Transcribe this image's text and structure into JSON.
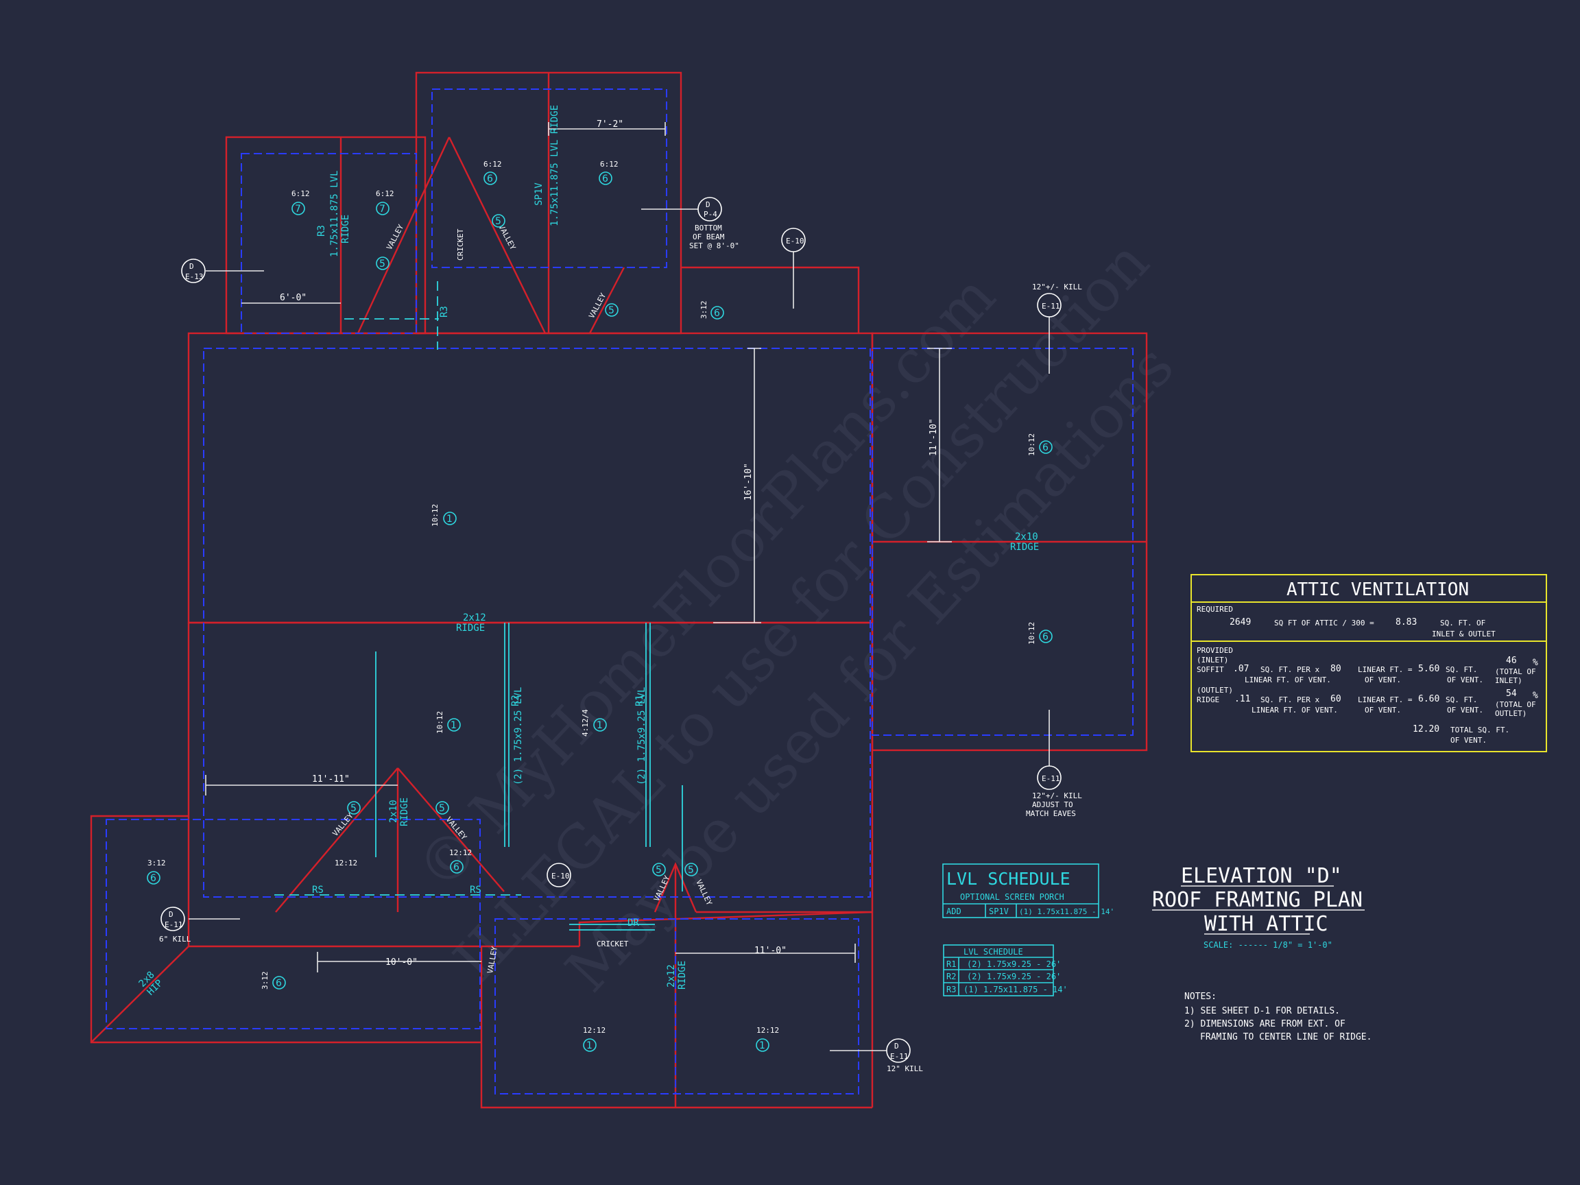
{
  "watermark": {
    "line1": "© MyHomeFloorPlans.com",
    "line2": "ILLEGAL to use for Construction",
    "line3": "May be used for Estimations"
  },
  "attic_ventilation": {
    "title": "ATTIC VENTILATION",
    "required_label": "REQUIRED",
    "sqft_attic": "2649",
    "req_text": "SQ FT OF ATTIC / 300 =",
    "req_result": "8.83",
    "req_unit_1": "SQ. FT. OF",
    "req_unit_2": "INLET & OUTLET",
    "provided_label": "PROVIDED",
    "inlet_label": "(INLET)",
    "soffit_label": "SOFFIT",
    "soffit_rate": ".07",
    "soffit_lf": "80",
    "soffit_total": "5.60",
    "soffit_pct": "46",
    "outlet_label": "(OUTLET)",
    "ridge_label": "RIDGE",
    "ridge_rate": ".11",
    "ridge_lf": "60",
    "ridge_total": "6.60",
    "ridge_pct": "54",
    "per_text": "SQ. FT. PER x",
    "per_text_2": "LINEAR FT. OF VENT.",
    "lf_text": "LINEAR FT. =",
    "of_vent": "OF VENT.",
    "sqft_text": "SQ. FT.",
    "pct_sign": "%",
    "total_of_1": "(TOTAL OF",
    "total_inlet": "INLET)",
    "total_outlet": "OUTLET)",
    "total_value": "12.20",
    "total_text": "TOTAL  SQ. FT.",
    "total_text_2": "OF VENT."
  },
  "lvl_schedule_porch": {
    "title": "LVL SCHEDULE",
    "subtitle": "OPTIONAL SCREEN PORCH",
    "row": [
      "ADD",
      "SP1V",
      "(1) 1.75x11.875 - 14'"
    ]
  },
  "lvl_schedule": {
    "title": "LVL SCHEDULE",
    "rows": [
      [
        "R1",
        "(2) 1.75x9.25 - 26'"
      ],
      [
        "R2",
        "(2) 1.75x9.25 - 26'"
      ],
      [
        "R3",
        "(1) 1.75x11.875 - 14'"
      ]
    ]
  },
  "title_block": {
    "line1": "ELEVATION \"D\"",
    "line2": "ROOF FRAMING PLAN",
    "line3": "WITH ATTIC",
    "scale": "SCALE: ------ 1/8\" = 1'-0\""
  },
  "notes": {
    "heading": "NOTES:",
    "n1": "1)  SEE SHEET D-1 FOR DETAILS.",
    "n2": "2)  DIMENSIONS ARE FROM EXT. OF",
    "n3": "FRAMING TO CENTER LINE OF RIDGE."
  },
  "plan_labels": {
    "dim_7_2": "7'-2\"",
    "dim_6_0": "6'-0\"",
    "dim_16_10": "16'-10\"",
    "dim_11_10": "11'-10\"",
    "dim_11_11": "11'-11\"",
    "dim_10_0": "10'-0\"",
    "dim_11_0": "11'-0\"",
    "ridge_2x12": "2x12",
    "ridge_2x10": "2x10",
    "ridge": "RIDGE",
    "valley": "VALLEY",
    "cricket": "CRICKET",
    "sp1v": "SP1V",
    "lvl_ridge": "1.75x11.875 LVL RIDGE",
    "lvl_ridge_2": "1.75x11.875 LVL",
    "r3": "R3",
    "r2": "R2",
    "r1": "R1",
    "lvl_925": "(2) 1.75x9.25 LVL",
    "rs": "RS",
    "dr": "DR",
    "hip_2x8": "2x8",
    "hip": "HIP",
    "bottom_beam_1": "BOTTOM",
    "bottom_beam_2": "OF BEAM",
    "bottom_beam_3": "SET @ 8'-0\"",
    "kill_12": "12\"+/- KILL",
    "kill_12b": "12\" KILL",
    "kill_6": "6\" KILL",
    "adjust_1": "ADJUST TO",
    "adjust_2": "MATCH EAVES",
    "p612": "6:12",
    "p1012": "10:12",
    "p312": "3:12",
    "p1212": "12:12",
    "p412": "4:12/4",
    "d": "D",
    "e10": "E-10",
    "e11": "E-11",
    "e13": "E-13",
    "p4": "P-4",
    "c1": "1",
    "c5": "5",
    "c6": "6",
    "c7": "7"
  }
}
